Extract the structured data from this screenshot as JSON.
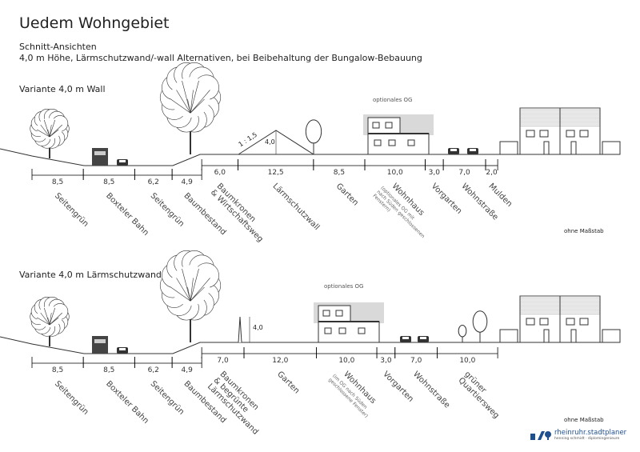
{
  "title": "Uedem Wohngebiet",
  "subtitle1": "Schnitt-Ansichten",
  "subtitle2": "4,0 m Höhe, Lärmschutzwand/-wall Alternativen, bei Beibehaltung der Bungalow-Bebauung",
  "sections": [
    {
      "heading": "Variante 4,0 m Wall",
      "optional_og": "optionales OG",
      "slope_label": "1 : 1,5",
      "height_label": "4,0",
      "scale_note": "ohne Maßstab",
      "segments": [
        {
          "value": 8.5,
          "dim": "8,5",
          "label": "Seitengrün"
        },
        {
          "value": 8.5,
          "dim": "8,5",
          "label": "Boxteler Bahn"
        },
        {
          "value": 6.2,
          "dim": "6,2",
          "label": "Seitengrün"
        },
        {
          "value": 4.9,
          "dim": "4,9",
          "label": "Baumbestand"
        },
        {
          "value": 6.0,
          "dim": "6,0",
          "label": "Baumkronen\n& Wirtschaftsweg"
        },
        {
          "value": 12.5,
          "dim": "12,5",
          "label": "Lärmschutzwall"
        },
        {
          "value": 8.5,
          "dim": "8,5",
          "label": "Garten"
        },
        {
          "value": 10.0,
          "dim": "10,0",
          "label": "Wohnhaus",
          "note": "(optionales OG mit\nnach Süden geschlossenen\nFenstern)"
        },
        {
          "value": 3.0,
          "dim": "3,0",
          "label": "Vorgarten"
        },
        {
          "value": 7.0,
          "dim": "7,0",
          "label": "Wohnstraße"
        },
        {
          "value": 2.0,
          "dim": "2,0",
          "label": "Mulden"
        }
      ]
    },
    {
      "heading": "Variante 4,0 m Lärmschutzwand",
      "optional_og": "optionales OG",
      "height_label": "4,0",
      "scale_note": "ohne Maßstab",
      "segments": [
        {
          "value": 8.5,
          "dim": "8,5",
          "label": "Seitengrün"
        },
        {
          "value": 8.5,
          "dim": "8,5",
          "label": "Boxteler Bahn"
        },
        {
          "value": 6.2,
          "dim": "6,2",
          "label": "Seitengrün"
        },
        {
          "value": 4.9,
          "dim": "4,9",
          "label": "Baumbestand"
        },
        {
          "value": 7.0,
          "dim": "7,0",
          "label": "Baumkronen\n& begrünte\nLärmschutzwand"
        },
        {
          "value": 12.0,
          "dim": "12,0",
          "label": "Garten"
        },
        {
          "value": 10.0,
          "dim": "10,0",
          "label": "Wohnhaus",
          "note": "(im OG nach Süden\ngeschlossene Fenster)"
        },
        {
          "value": 3.0,
          "dim": "3,0",
          "label": "Vorgarten"
        },
        {
          "value": 7.0,
          "dim": "7,0",
          "label": "Wohnstraße"
        },
        {
          "value": 10.0,
          "dim": "10,0",
          "label": "grüner\nQuartiersweg"
        }
      ]
    }
  ],
  "logo": {
    "name": "rheinruhr.stadtplaner",
    "sub": "henning schmidt · diplomingenieure"
  }
}
